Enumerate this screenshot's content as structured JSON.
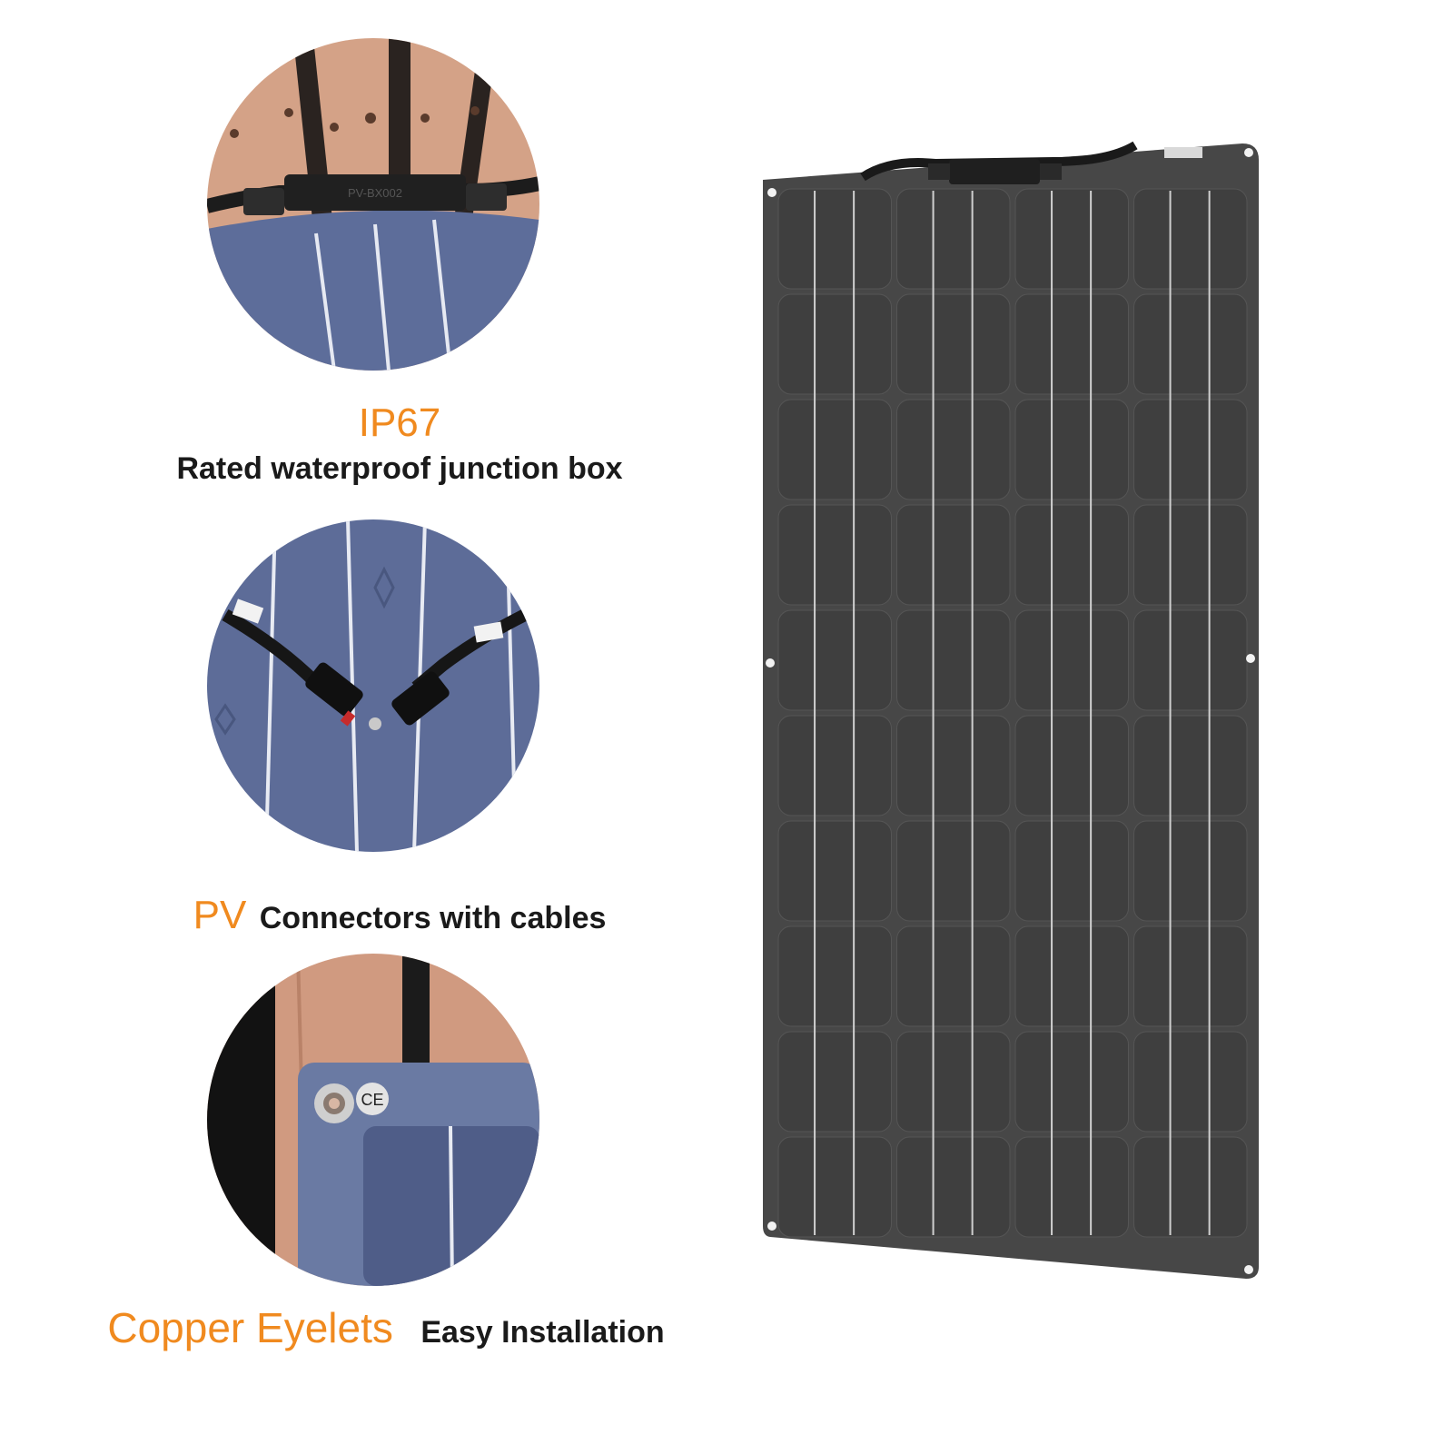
{
  "features": [
    {
      "highlight": "IP67",
      "text": "Rated waterproof junction box",
      "icon": "junction-box-photo"
    },
    {
      "highlight": "PV",
      "text": "Connectors with cables",
      "icon": "pv-connector-photo"
    },
    {
      "highlight": "Copper Eyelets",
      "text": "Easy Installation",
      "icon": "copper-eyelet-photo"
    }
  ],
  "junction_box_label": "PV-BX002",
  "ce_mark": "CE",
  "colors": {
    "accent": "#f08a1f",
    "panel": "#4b4b4b",
    "cell_blue": "#5a6a94",
    "wood": "#cf9b82"
  }
}
